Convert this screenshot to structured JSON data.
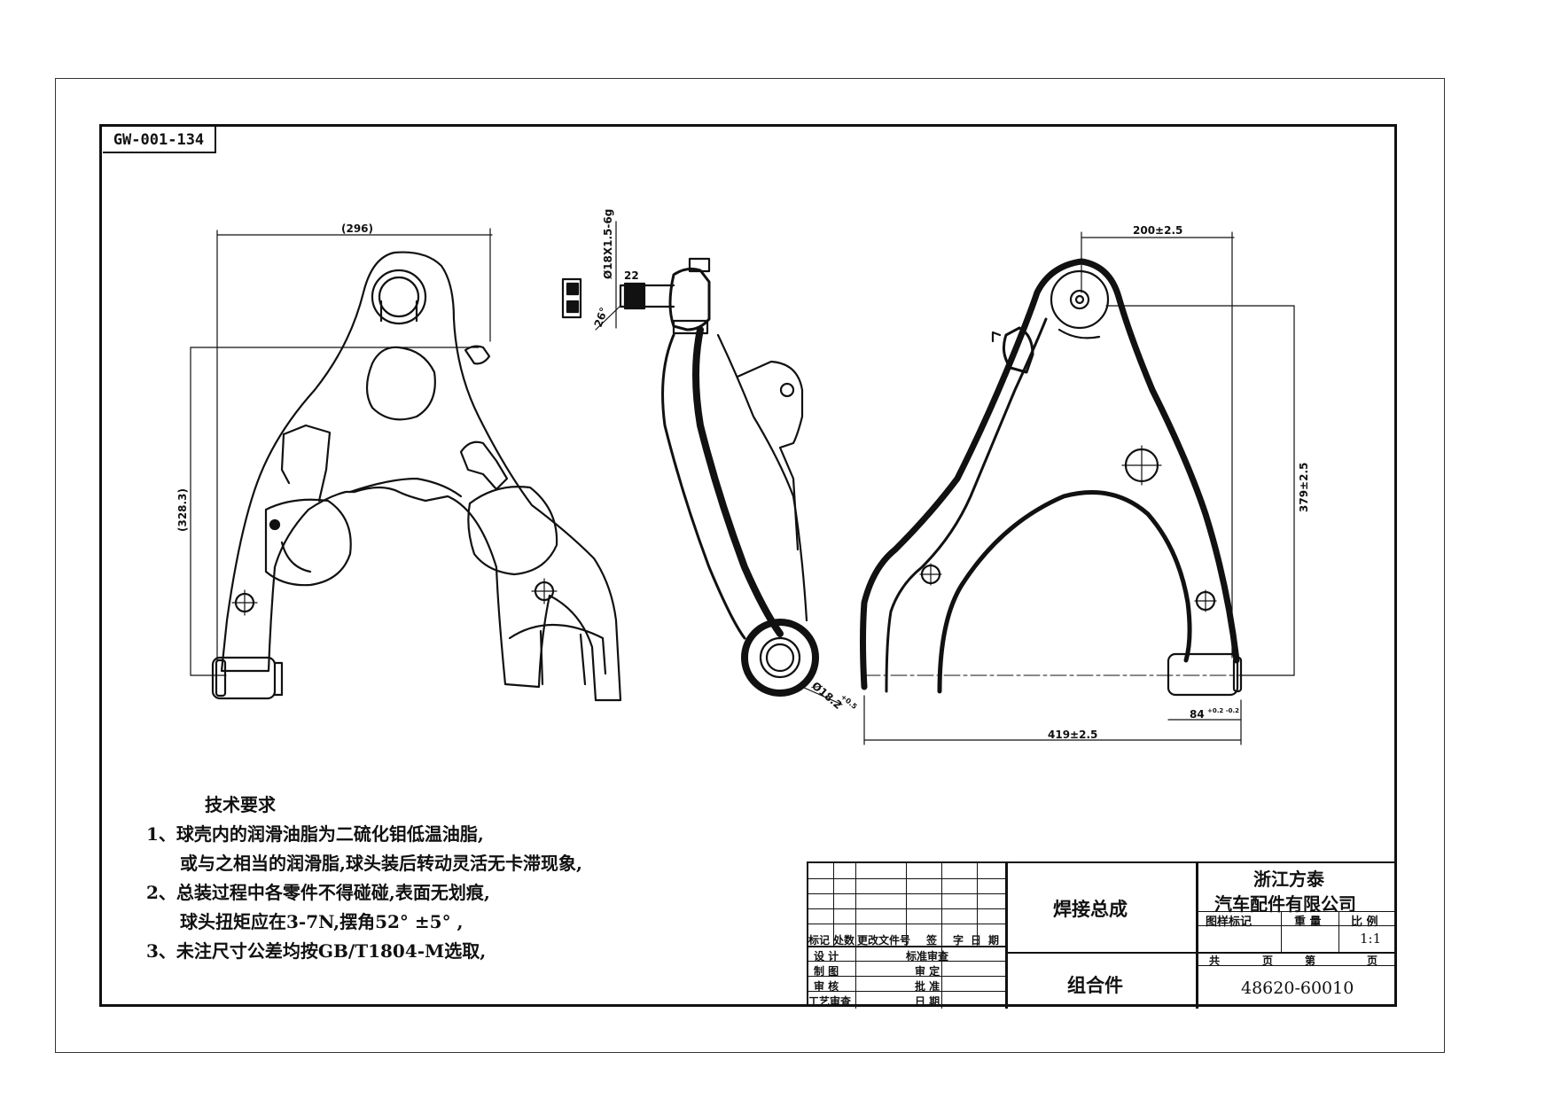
{
  "drawing": {
    "code": "GW-001-134",
    "dimensions": {
      "left_width": "(296)",
      "left_height": "(328.3)",
      "thread": "Ø18X1.5-6g",
      "thread_len": "22",
      "angle": "26°",
      "bush_dia": "Ø18.2",
      "bush_tol": "+0.5",
      "top_span": "200±2.5",
      "height": "379±2.5",
      "bottom_span": "419±2.5",
      "bush_len": "84",
      "bush_len_tol": "+0.2 -0.2"
    }
  },
  "notes": {
    "heading": "技术要求",
    "line1": "1、球壳内的润滑油脂为二硫化钼低温油脂,",
    "line1b": "或与之相当的润滑脂,球头装后转动灵活无卡滞现象,",
    "line2": "2、总装过程中各零件不得碰碰,表面无划痕,",
    "line2b": "球头扭矩应在3-7N,摆角52° ±5° ,",
    "line3": "3、未注尺寸公差均按GB/T1804-M选取,"
  },
  "title_block": {
    "col_headers": [
      "标记",
      "处数",
      "更改文件号",
      "签",
      "字",
      "日",
      "期"
    ],
    "rows": [
      [
        "设 计",
        "标准审查"
      ],
      [
        "制 图",
        "审 定"
      ],
      [
        "审 核",
        "批 准"
      ],
      [
        "工艺审查",
        "日 期"
      ]
    ],
    "part_name": "焊接总成",
    "part_type": "组合件",
    "company_line1": "浙江方泰",
    "company_line2": "汽车配件有限公司",
    "mark_header": "图样标记",
    "weight_header": "重 量",
    "scale_header": "比 例",
    "scale": "1:1",
    "total": "共",
    "page": "页",
    "nth": "第",
    "page2": "页",
    "part_number": "48620-60010"
  }
}
